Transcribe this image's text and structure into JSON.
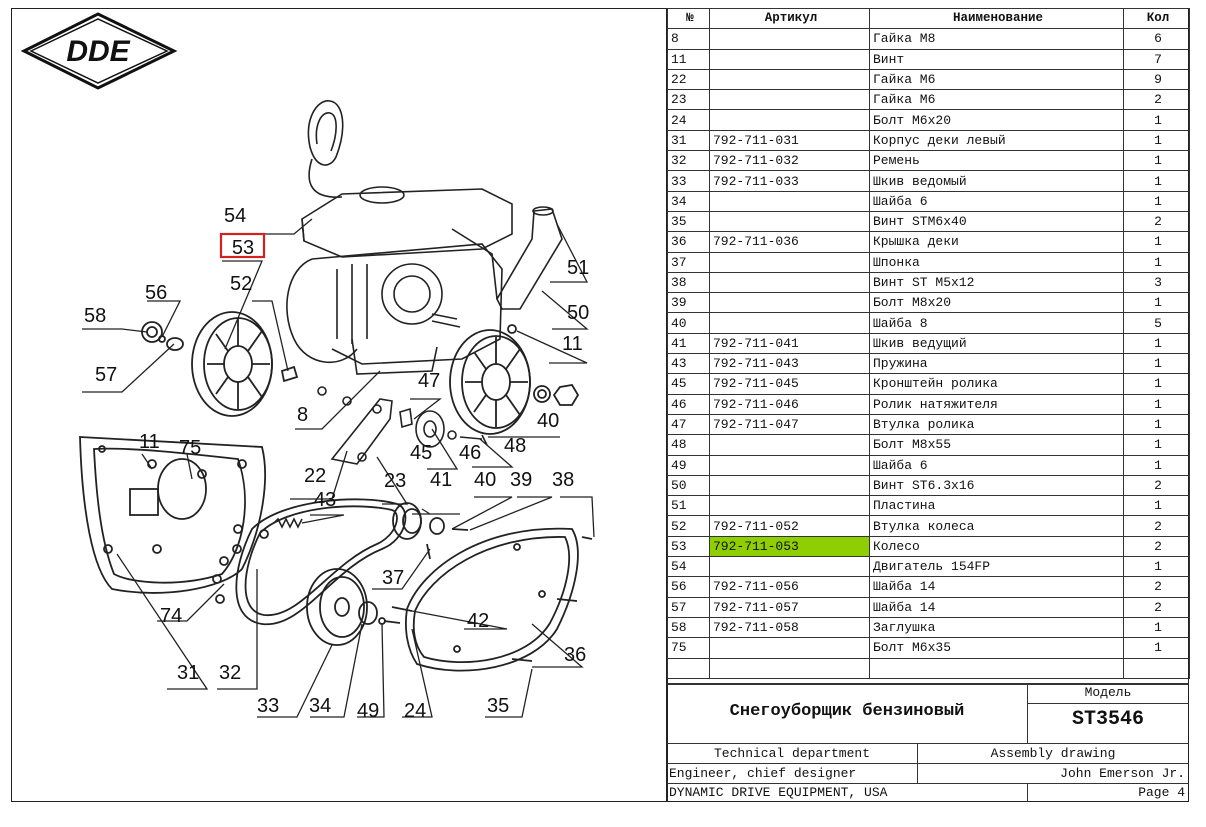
{
  "logo": {
    "text": "DDE"
  },
  "table": {
    "headers": {
      "num": "№",
      "article": "Артикул",
      "name": "Наименование",
      "qty": "Кол"
    },
    "rows": [
      {
        "num": "8",
        "article": "",
        "name": "Гайка М8",
        "qty": "6"
      },
      {
        "num": "11",
        "article": "",
        "name": "Винт",
        "qty": "7"
      },
      {
        "num": "22",
        "article": "",
        "name": "Гайка М6",
        "qty": "9"
      },
      {
        "num": "23",
        "article": "",
        "name": "Гайка М6",
        "qty": "2"
      },
      {
        "num": "24",
        "article": "",
        "name": "Болт М6х20",
        "qty": "1"
      },
      {
        "num": "31",
        "article": "792-711-031",
        "name": "Корпус деки левый",
        "qty": "1"
      },
      {
        "num": "32",
        "article": "792-711-032",
        "name": "Ремень",
        "qty": "1"
      },
      {
        "num": "33",
        "article": "792-711-033",
        "name": "Шкив ведомый",
        "qty": "1"
      },
      {
        "num": "34",
        "article": "",
        "name": "Шайба 6",
        "qty": "1"
      },
      {
        "num": "35",
        "article": "",
        "name": "Винт STM6х40",
        "qty": "2"
      },
      {
        "num": "36",
        "article": "792-711-036",
        "name": "Крышка деки",
        "qty": "1"
      },
      {
        "num": "37",
        "article": "",
        "name": "Шпонка",
        "qty": "1"
      },
      {
        "num": "38",
        "article": "",
        "name": "Винт ST M5х12",
        "qty": "3"
      },
      {
        "num": "39",
        "article": "",
        "name": "Болт М8х20",
        "qty": "1"
      },
      {
        "num": "40",
        "article": "",
        "name": "Шайба 8",
        "qty": "5"
      },
      {
        "num": "41",
        "article": "792-711-041",
        "name": "Шкив ведущий",
        "qty": "1"
      },
      {
        "num": "43",
        "article": "792-711-043",
        "name": "Пружина",
        "qty": "1"
      },
      {
        "num": "45",
        "article": "792-711-045",
        "name": "Кронштейн ролика",
        "qty": "1"
      },
      {
        "num": "46",
        "article": "792-711-046",
        "name": "Ролик натяжителя",
        "qty": "1"
      },
      {
        "num": "47",
        "article": "792-711-047",
        "name": "Втулка ролика",
        "qty": "1"
      },
      {
        "num": "48",
        "article": "",
        "name": "Болт М8х55",
        "qty": "1"
      },
      {
        "num": "49",
        "article": "",
        "name": "Шайба 6",
        "qty": "1"
      },
      {
        "num": "50",
        "article": "",
        "name": "Винт ST6.3х16",
        "qty": "2"
      },
      {
        "num": "51",
        "article": "",
        "name": "Пластина",
        "qty": "1"
      },
      {
        "num": "52",
        "article": "792-711-052",
        "name": "Втулка колеса",
        "qty": "2"
      },
      {
        "num": "53",
        "article": "792-711-053",
        "name": "Колесо",
        "qty": "2",
        "highlight": true
      },
      {
        "num": "54",
        "article": "",
        "name": "Двигатель 154FP",
        "qty": "1"
      },
      {
        "num": "56",
        "article": "792-711-056",
        "name": "Шайба 14",
        "qty": "2"
      },
      {
        "num": "57",
        "article": "792-711-057",
        "name": "Шайба 14",
        "qty": "2"
      },
      {
        "num": "58",
        "article": "792-711-058",
        "name": "Заглушка",
        "qty": "1"
      },
      {
        "num": "75",
        "article": "",
        "name": "Болт М6х35",
        "qty": "1"
      },
      {
        "num": "",
        "article": "",
        "name": "",
        "qty": ""
      }
    ]
  },
  "titleblock": {
    "model_label": "Модель",
    "product": "Снегоуборщик бензиновый",
    "model": "ST3546",
    "department": "Technical department",
    "doc_type": "Assembly drawing",
    "role": "Engineer, chief designer",
    "person": "John Emerson Jr.",
    "company": "DYNAMIC DRIVE EQUIPMENT, USA",
    "page": "Page 4"
  },
  "callouts": [
    "53",
    "54",
    "58",
    "56",
    "52",
    "57",
    "51",
    "50",
    "11",
    "8",
    "47",
    "40",
    "45",
    "46",
    "48",
    "22",
    "23",
    "75",
    "43",
    "41",
    "40",
    "39",
    "38",
    "37",
    "42",
    "36",
    "74",
    "31",
    "32",
    "33",
    "34",
    "49",
    "24",
    "35"
  ],
  "colors": {
    "highlight": "#8fce00",
    "callout_box": "#d42020"
  }
}
